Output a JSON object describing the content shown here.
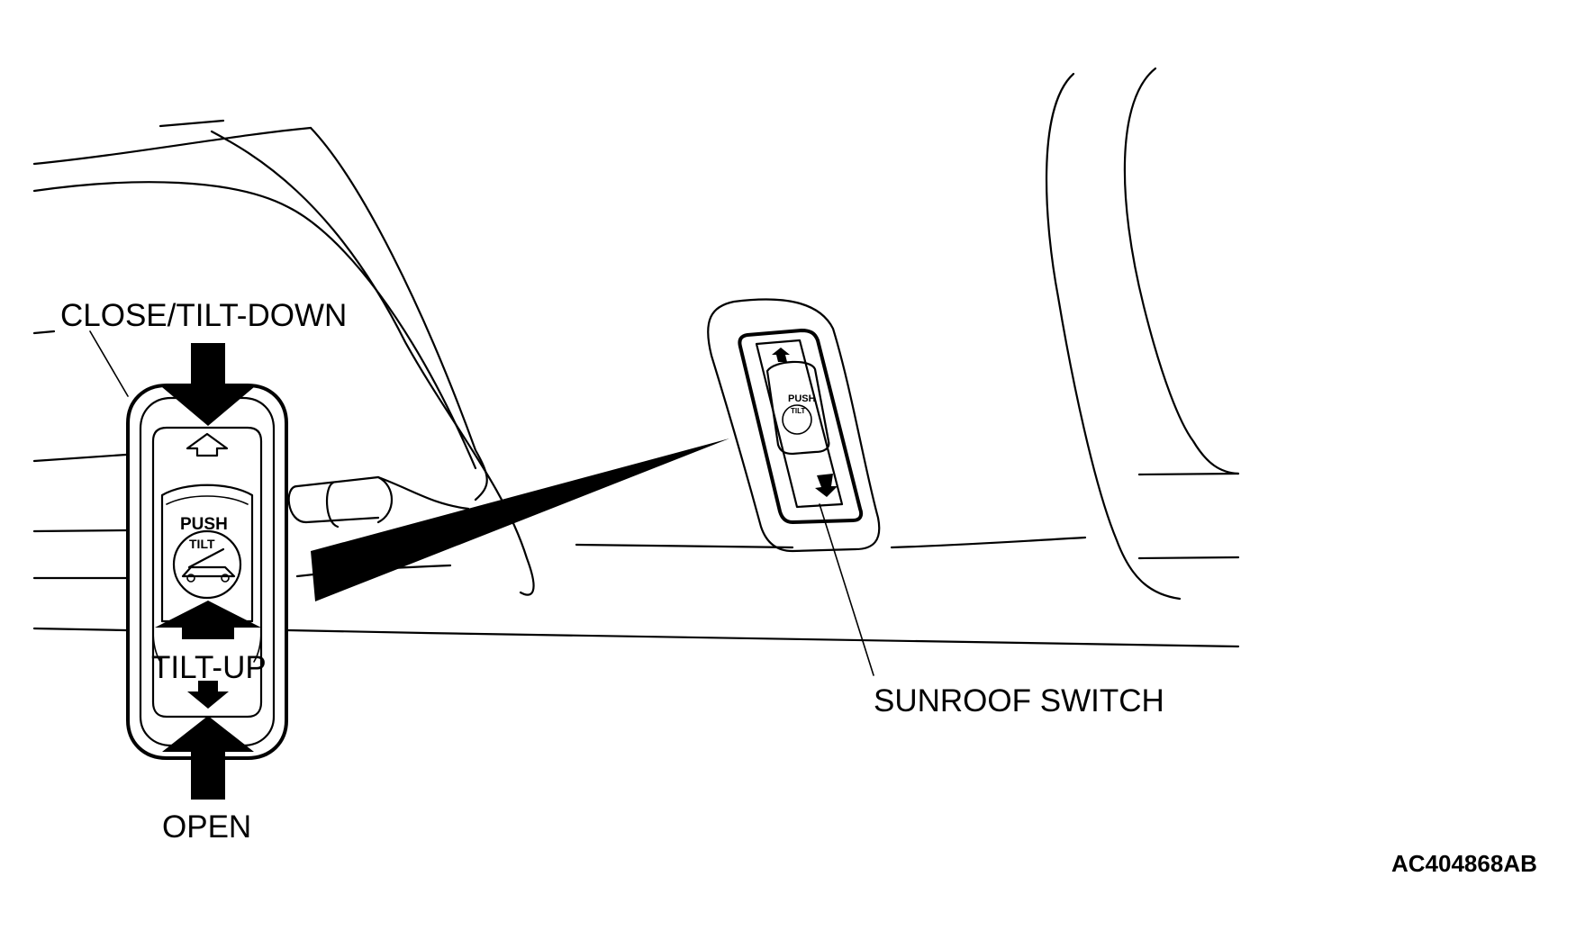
{
  "labels": {
    "close_tilt_down": "CLOSE/TILT-DOWN",
    "tilt_up": "TILT-UP",
    "open": "OPEN",
    "sunroof_switch": "SUNROOF SWITCH"
  },
  "switch_face": {
    "push": "PUSH",
    "tilt": "TILT"
  },
  "figure_code": "AC404868AB",
  "colors": {
    "line": "#000000",
    "background": "#ffffff"
  }
}
